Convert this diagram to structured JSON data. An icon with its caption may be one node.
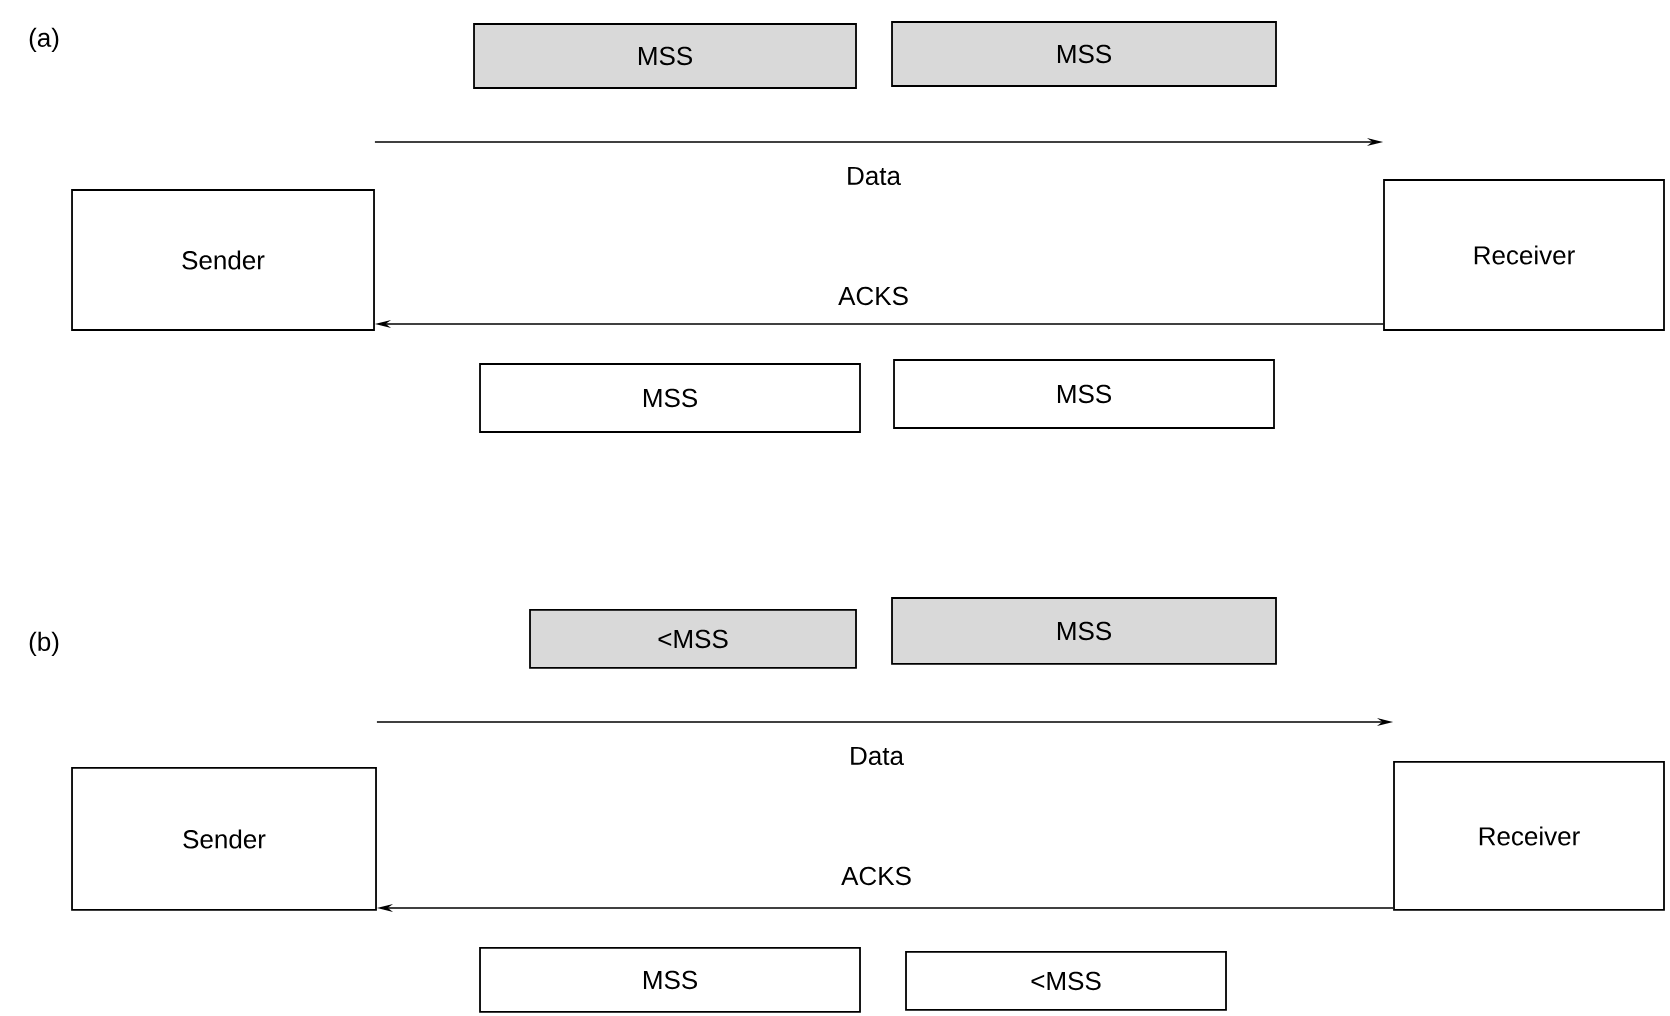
{
  "diagram": {
    "nodes": [
      {
        "text": [
          "MSS"
        ]
      },
      {
        "text": [
          "MSS"
        ]
      },
      {
        "text": [
          "Sender"
        ]
      },
      {
        "text": [
          "Receiver"
        ]
      },
      {
        "text": [
          "MSS"
        ]
      },
      {
        "text": [
          "MSS"
        ]
      },
      {
        "text": [
          "<MSS"
        ]
      },
      {
        "text": [
          "MSS"
        ]
      },
      {
        "text": [
          "Sender"
        ]
      },
      {
        "text": [
          "Receiver"
        ]
      },
      {
        "text": [
          "MSS"
        ]
      },
      {
        "text": [
          "<MSS"
        ]
      }
    ],
    "edges": [
      {
        "from": 2,
        "to": 3,
        "arrow": "to",
        "label": "Data"
      },
      {
        "from": 3,
        "to": 2,
        "arrow": "to",
        "label": "ACKS"
      },
      {
        "from": 8,
        "to": 9,
        "arrow": "to",
        "label": "Data"
      },
      {
        "from": 9,
        "to": 8,
        "arrow": "to",
        "label": "ACKS"
      }
    ],
    "labels": [
      "(a)",
      "(b)"
    ]
  }
}
